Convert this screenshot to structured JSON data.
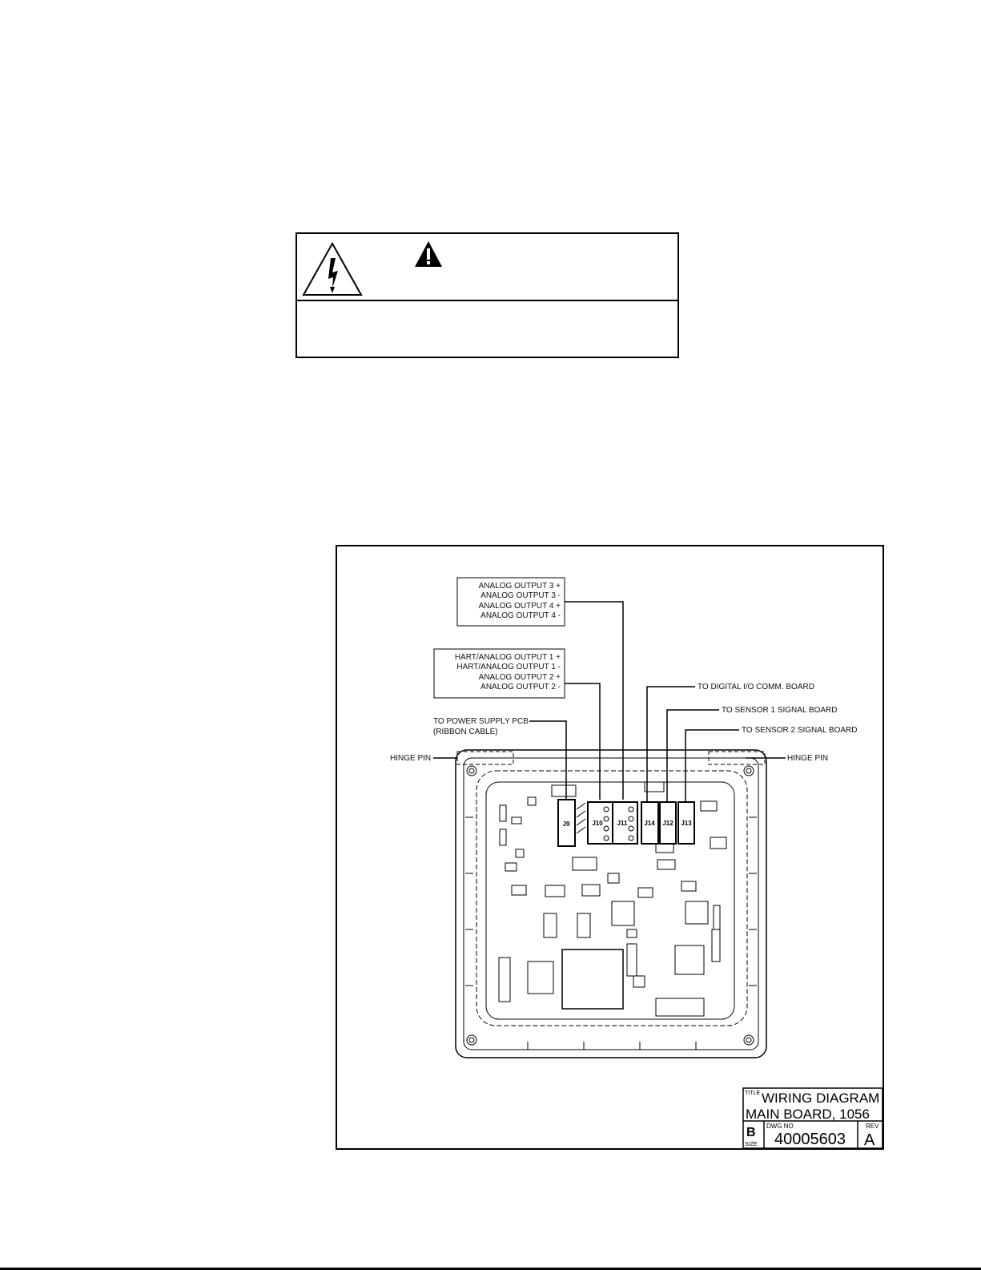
{
  "warning": {
    "shock_icon": "electric-shock-warning-icon",
    "caution_icon": "caution-exclamation-icon"
  },
  "diagram": {
    "labels": {
      "ao3_plus": "ANALOG OUTPUT 3   +",
      "ao3_minus": "ANALOG OUTPUT 3   -",
      "ao4_plus": "ANALOG OUTPUT 4   +",
      "ao4_minus": "ANALOG OUTPUT 4   -",
      "hart1_plus": "HART/ANALOG OUTPUT 1   +",
      "hart1_minus": "HART/ANALOG OUTPUT 1    -",
      "ao2_plus": "ANALOG OUTPUT 2   +",
      "ao2_minus": "ANALOG OUTPUT 2    -",
      "power_supply": "TO POWER SUPPLY PCB",
      "ribbon_cable": "(RIBBON CABLE)",
      "digital_io": "TO DIGITAL I/O COMM. BOARD",
      "sensor1": "TO SENSOR 1 SIGNAL BOARD",
      "sensor2": "TO SENSOR 2 SIGNAL BOARD",
      "hinge_left": "HINGE PIN",
      "hinge_right": "HINGE PIN"
    },
    "connectors": {
      "j9": "J9",
      "j10": "J10",
      "j11": "J11",
      "j14": "J14",
      "j12": "J12",
      "j13": "J13"
    },
    "title_block": {
      "title_tag": "TITLE",
      "title_line1": "WIRING DIAGRAM",
      "title_line2": "MAIN BOARD, 1056",
      "size_letter": "B",
      "size_tag": "SIZE",
      "dwg_no_tag": "DWG NO",
      "dwg_no": "40005603",
      "rev_tag": "REV",
      "rev": "A"
    }
  }
}
